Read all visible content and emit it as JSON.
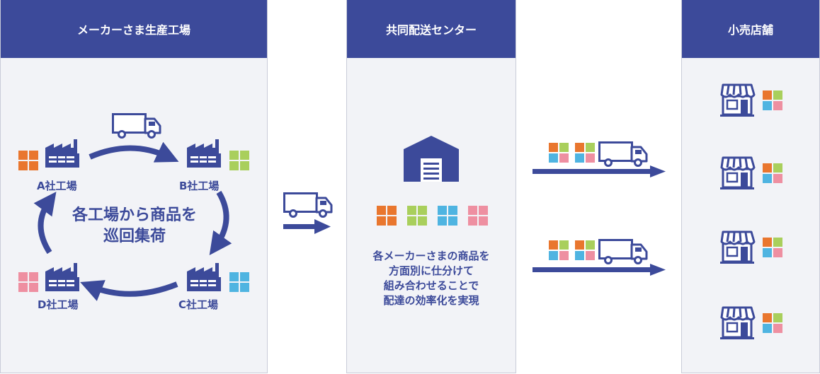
{
  "colors": {
    "navy": "#3c4a9a",
    "orange": "#e9762e",
    "green": "#a9cf5c",
    "blue": "#4fb4e1",
    "pink": "#ee8fa1",
    "panel_bg": "#f2f3f7"
  },
  "factory_panel": {
    "title": "メーカーさま生産工場",
    "factories": [
      {
        "label": "A社工場",
        "color": "orange"
      },
      {
        "label": "B社工場",
        "color": "green"
      },
      {
        "label": "C社工場",
        "color": "blue"
      },
      {
        "label": "D社工場",
        "color": "pink"
      }
    ],
    "cycle_text": [
      "各工場から商品を",
      "巡回集荷"
    ],
    "icons": [
      "truck-icon",
      "factory-icon",
      "cycle-arrow-icon"
    ]
  },
  "center_panel": {
    "title": "共同配送センター",
    "description": [
      "各メーカーさまの商品を",
      "方面別に仕分けて",
      "組み合わせることで",
      "配達の効率化を実現"
    ],
    "product_colors": [
      "orange",
      "green",
      "blue",
      "pink"
    ],
    "icons": [
      "warehouse-icon"
    ]
  },
  "store_panel": {
    "title": "小売店舗",
    "store_count": 4,
    "icons": [
      "store-icon"
    ]
  }
}
